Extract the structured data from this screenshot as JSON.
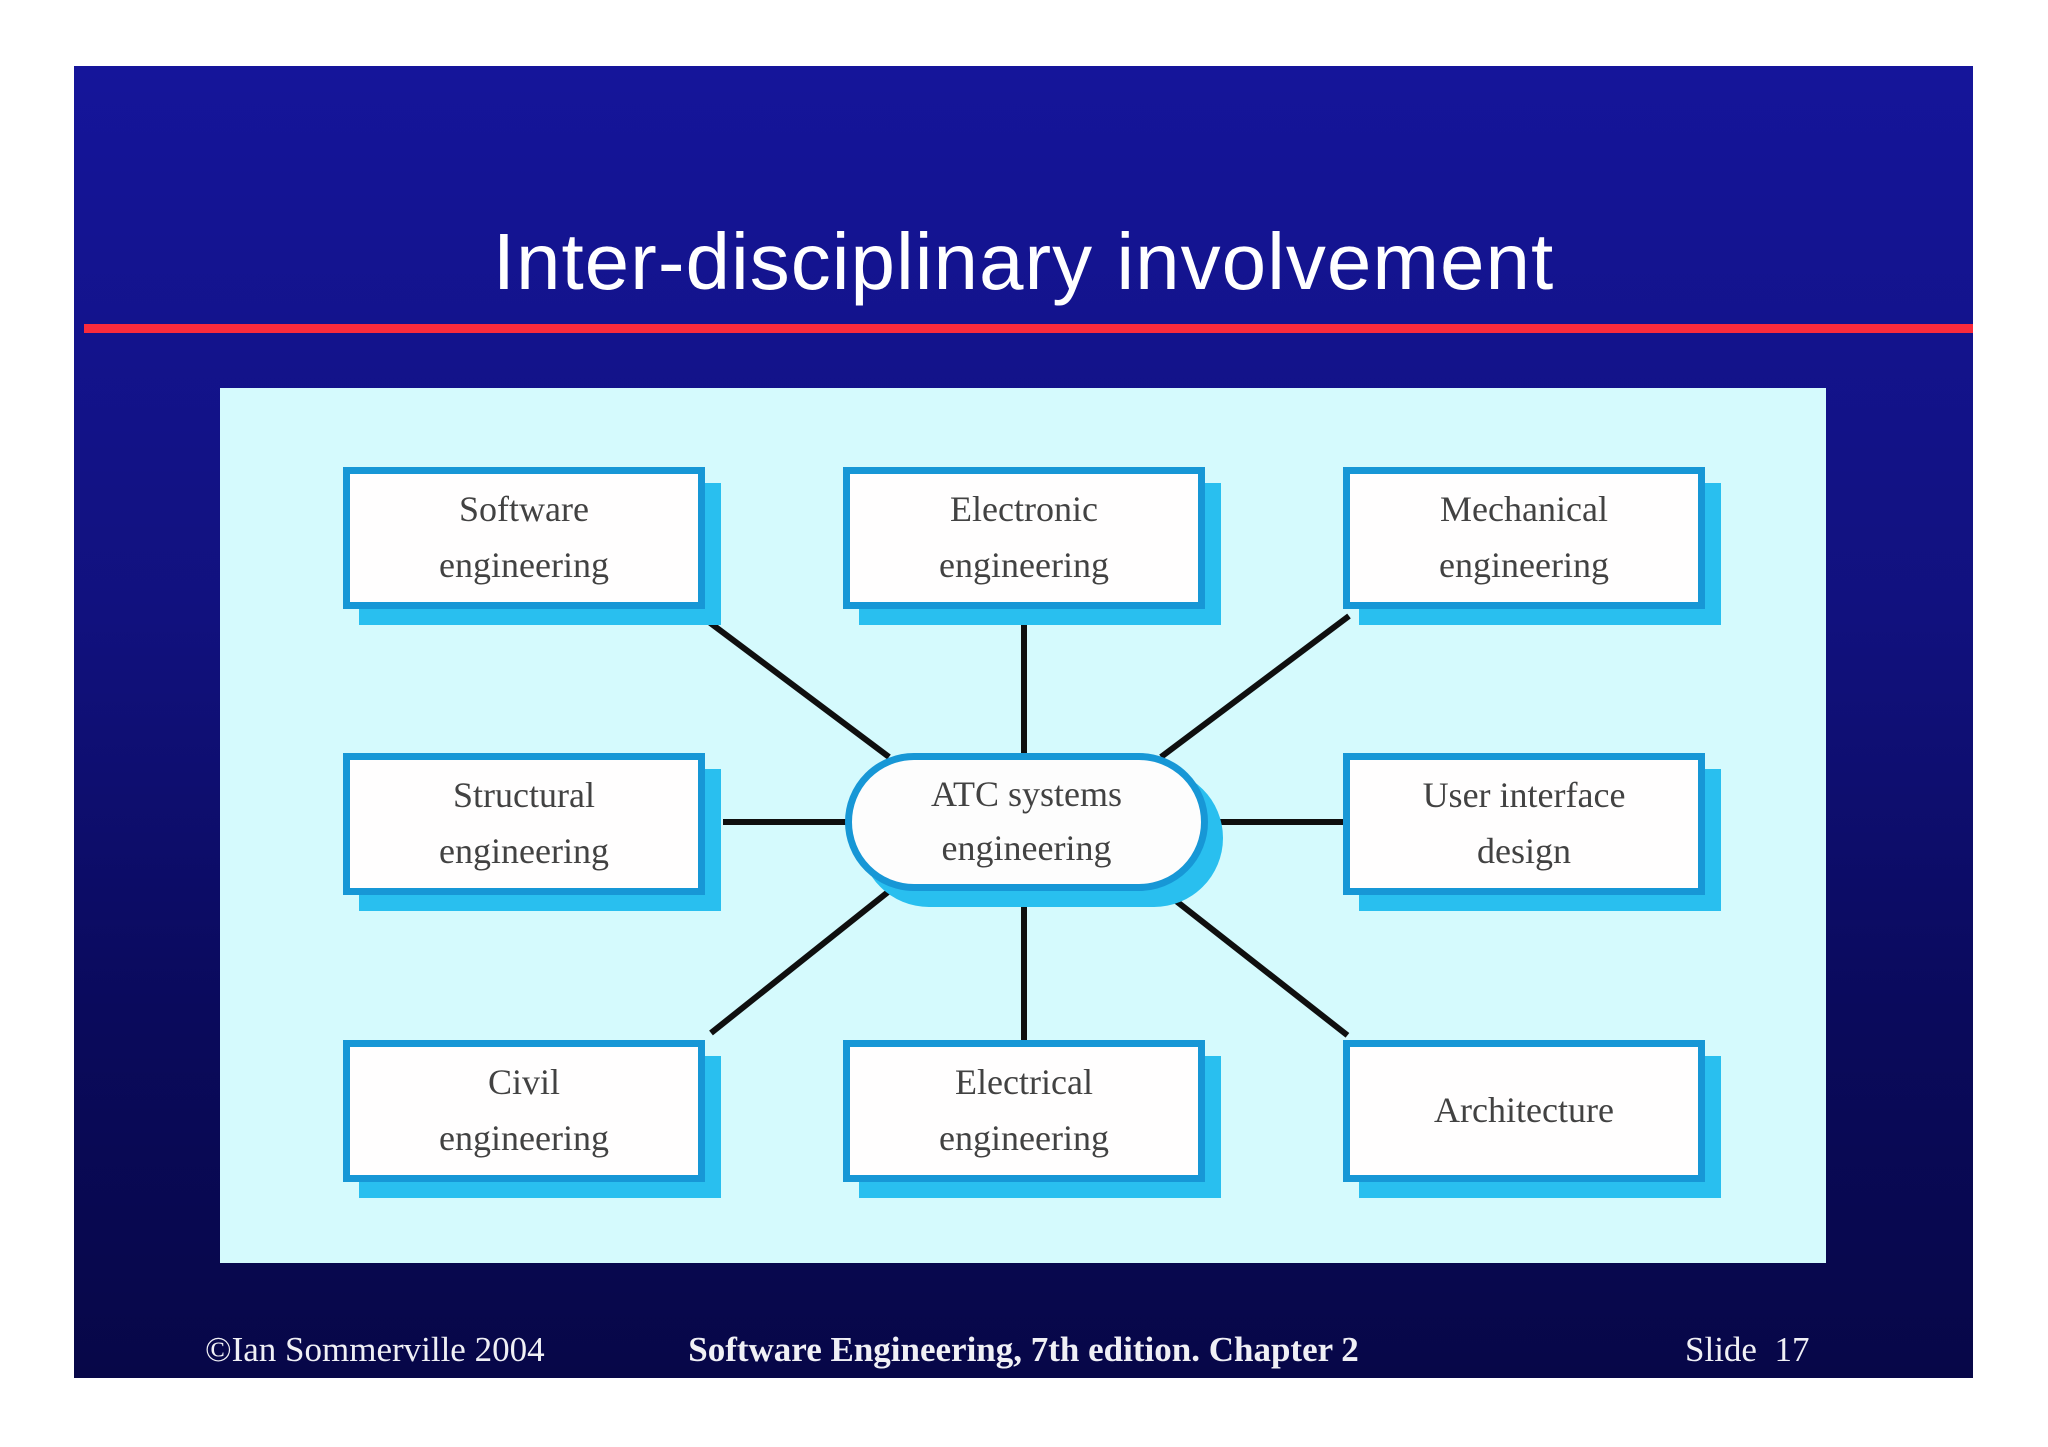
{
  "slide": {
    "title": "Inter-disciplinary involvement",
    "footer": {
      "copyright": "©Ian Sommerville 2004",
      "book": "Software Engineering, 7th edition. Chapter 2",
      "slide_number": "Slide  17"
    },
    "colors": {
      "slide_background_top": "#15159a",
      "slide_background_bottom": "#070748",
      "title_text": "#ffffff",
      "accent_rule": "#fa2b3c",
      "panel_background": "#d5fafd",
      "node_border": "#1797d6",
      "node_shadow": "#29bfef",
      "node_fill": "#ffffff",
      "node_text": "#424242",
      "connector": "#0f0f0f",
      "footer_text": "#f0f0f5"
    }
  },
  "diagram": {
    "type": "hub-and-spoke block diagram",
    "center": {
      "line1": "ATC systems",
      "line2": "engineering"
    },
    "nodes": [
      {
        "line1": "Software",
        "line2": "engineering"
      },
      {
        "line1": "Electronic",
        "line2": "engineering"
      },
      {
        "line1": "Mechanical",
        "line2": "engineering"
      },
      {
        "line1": "Structural",
        "line2": "engineering"
      },
      {
        "line1": "User interface",
        "line2": "design"
      },
      {
        "line1": "Civil",
        "line2": "engineering"
      },
      {
        "line1": "Electrical",
        "line2": "engineering"
      },
      {
        "line1": "Architecture",
        "line2": ""
      }
    ],
    "edges": [
      "Software engineering — ATC systems engineering",
      "Electronic engineering — ATC systems engineering",
      "Mechanical engineering — ATC systems engineering",
      "Structural engineering — ATC systems engineering",
      "User interface design — ATC systems engineering",
      "Civil engineering — ATC systems engineering",
      "Electrical engineering — ATC systems engineering",
      "Architecture — ATC systems engineering"
    ]
  }
}
